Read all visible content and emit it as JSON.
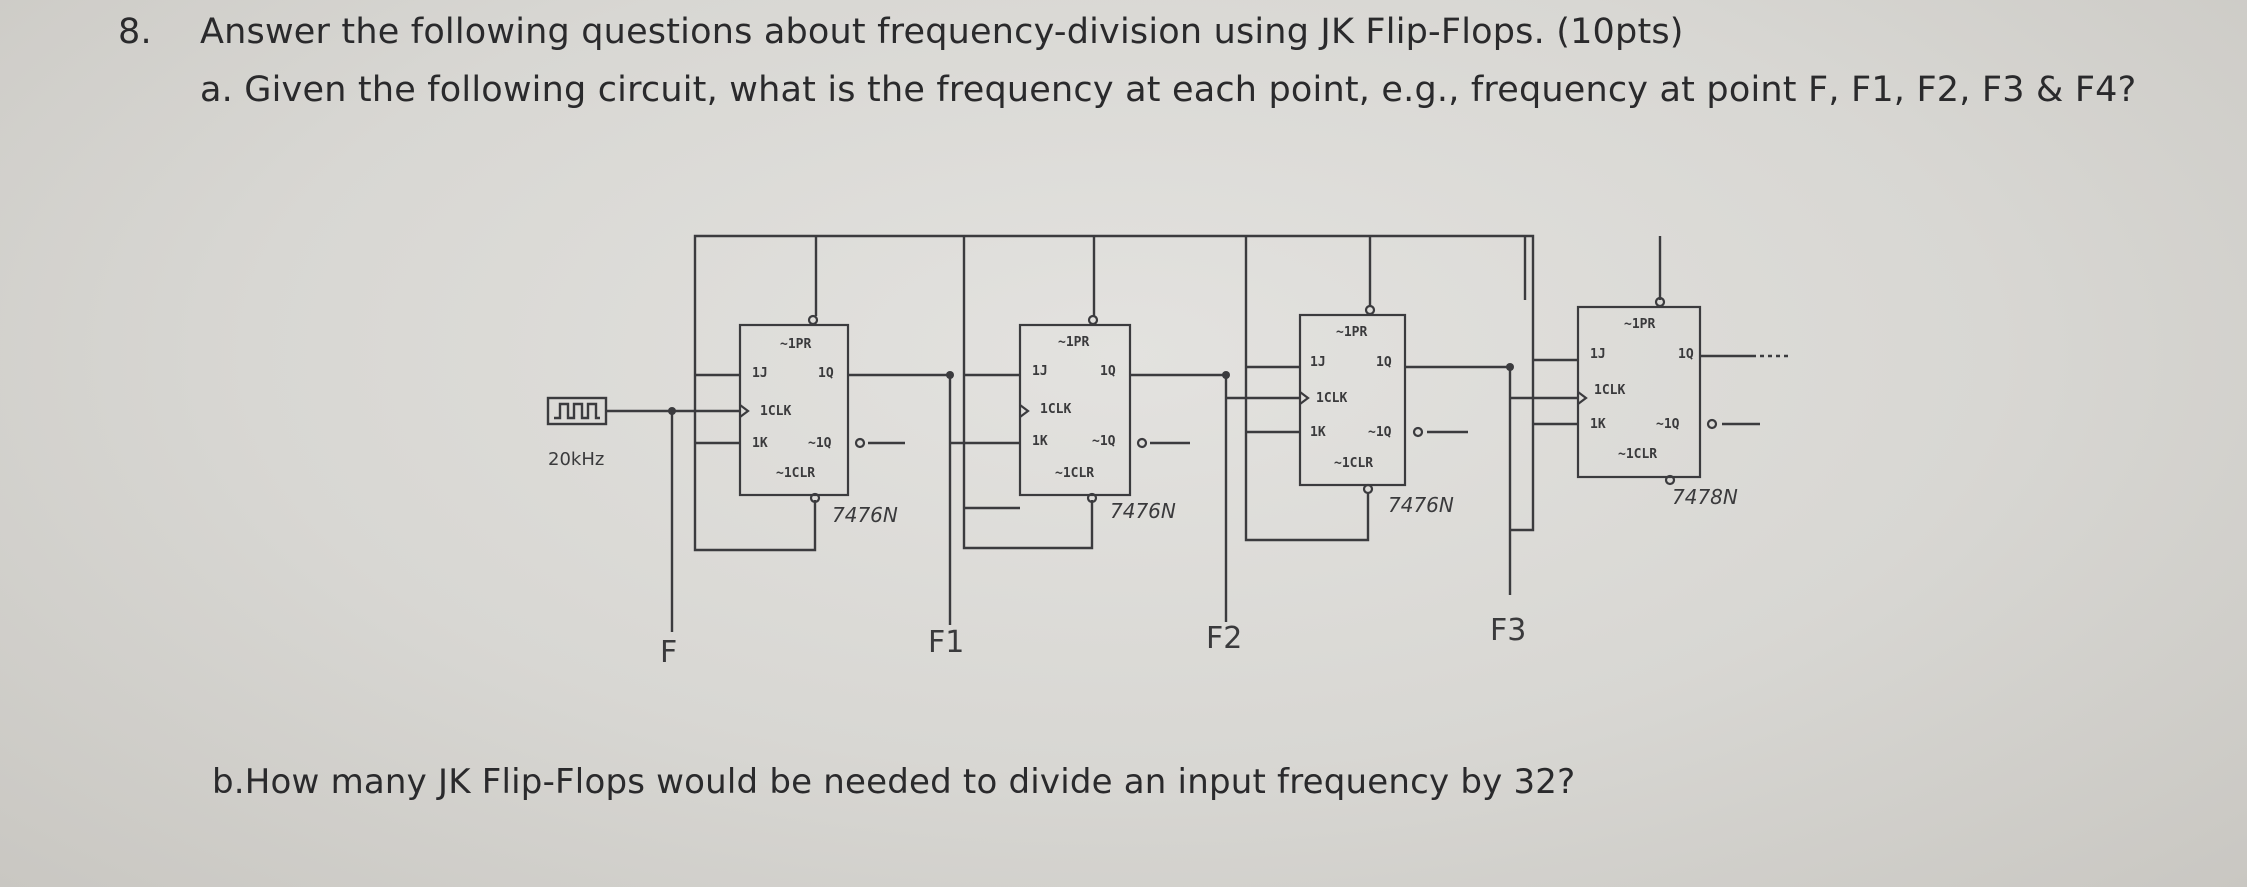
{
  "question": {
    "number": "8.",
    "title": "Answer the following questions about frequency-division using JK Flip-Flops. (10pts)",
    "part_a": "a. Given the following circuit, what is the frequency at each point, e.g., frequency at point F, F1, F2, F3 & F4?",
    "part_b": "b.How many JK Flip-Flops would be needed to divide an input frequency by 32?"
  },
  "circuit": {
    "source_label": "20kHz",
    "flip_flops": [
      {
        "part": "7476N",
        "pins": {
          "pr": "~1PR",
          "j": "1J",
          "q": "1Q",
          "clk": "1CLK",
          "k": "1K",
          "qn": "~1Q",
          "clr": "~1CLR"
        }
      },
      {
        "part": "7476N",
        "pins": {
          "pr": "~1PR",
          "j": "1J",
          "q": "1Q",
          "clk": "1CLK",
          "k": "1K",
          "qn": "~1Q",
          "clr": "~1CLR"
        }
      },
      {
        "part": "7476N",
        "pins": {
          "pr": "~1PR",
          "j": "1J",
          "q": "1Q",
          "clk": "1CLK",
          "k": "1K",
          "qn": "~1Q",
          "clr": "~1CLR"
        }
      },
      {
        "part": "7478N",
        "pins": {
          "pr": "~1PR",
          "j": "1J",
          "q": "1Q",
          "clk": "1CLK",
          "k": "1K",
          "qn": "~1Q",
          "clr": "~1CLR"
        }
      }
    ],
    "points": [
      "F",
      "F1",
      "F2",
      "F3"
    ]
  }
}
